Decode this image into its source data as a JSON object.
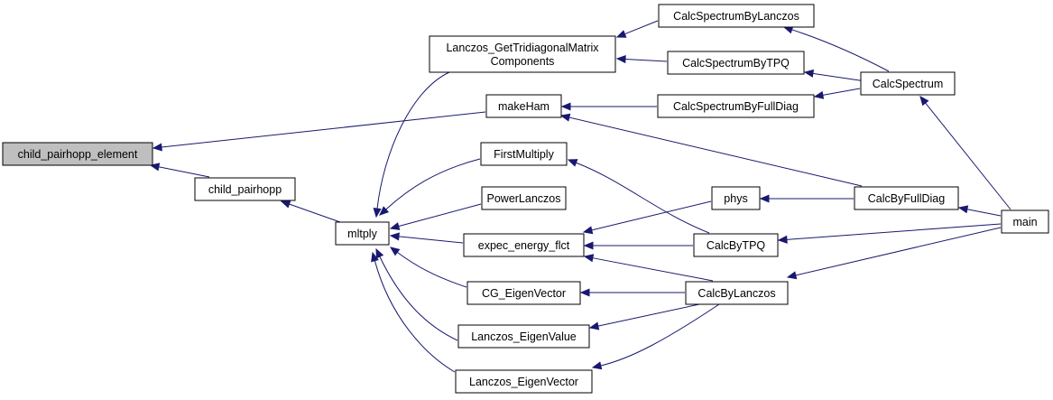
{
  "graph": {
    "highlight_color": "#bfbfbf",
    "edge_color": "#191970",
    "nodes": {
      "child_pairhopp_element": [
        "child_pairhopp_element"
      ],
      "child_pairhopp": [
        "child_pairhopp"
      ],
      "mltply": [
        "mltply"
      ],
      "Lanczos_GetTridiagonalMatrixComponents": [
        "Lanczos_GetTridiagonalMatrix",
        "Components"
      ],
      "makeHam": [
        "makeHam"
      ],
      "FirstMultiply": [
        "FirstMultiply"
      ],
      "PowerLanczos": [
        "PowerLanczos"
      ],
      "expec_energy_flct": [
        "expec_energy_flct"
      ],
      "CG_EigenVector": [
        "CG_EigenVector"
      ],
      "Lanczos_EigenValue": [
        "Lanczos_EigenValue"
      ],
      "Lanczos_EigenVector": [
        "Lanczos_EigenVector"
      ],
      "CalcSpectrumByLanczos": [
        "CalcSpectrumByLanczos"
      ],
      "CalcSpectrumByTPQ": [
        "CalcSpectrumByTPQ"
      ],
      "CalcSpectrumByFullDiag": [
        "CalcSpectrumByFullDiag"
      ],
      "phys": [
        "phys"
      ],
      "CalcByTPQ": [
        "CalcByTPQ"
      ],
      "CalcByLanczos": [
        "CalcByLanczos"
      ],
      "CalcSpectrum": [
        "CalcSpectrum"
      ],
      "CalcByFullDiag": [
        "CalcByFullDiag"
      ],
      "main": [
        "main"
      ]
    },
    "edges": [
      {
        "from": "child_pairhopp",
        "to": "child_pairhopp_element"
      },
      {
        "from": "makeHam",
        "to": "child_pairhopp_element"
      },
      {
        "from": "mltply",
        "to": "child_pairhopp"
      },
      {
        "from": "Lanczos_GetTridiagonalMatrixComponents",
        "to": "mltply"
      },
      {
        "from": "FirstMultiply",
        "to": "mltply"
      },
      {
        "from": "PowerLanczos",
        "to": "mltply"
      },
      {
        "from": "expec_energy_flct",
        "to": "mltply"
      },
      {
        "from": "CG_EigenVector",
        "to": "mltply"
      },
      {
        "from": "Lanczos_EigenValue",
        "to": "mltply"
      },
      {
        "from": "Lanczos_EigenVector",
        "to": "mltply"
      },
      {
        "from": "CalcSpectrumByLanczos",
        "to": "Lanczos_GetTridiagonalMatrixComponents"
      },
      {
        "from": "CalcSpectrumByTPQ",
        "to": "Lanczos_GetTridiagonalMatrixComponents"
      },
      {
        "from": "CalcSpectrumByFullDiag",
        "to": "makeHam"
      },
      {
        "from": "CalcByFullDiag",
        "to": "makeHam"
      },
      {
        "from": "CalcByTPQ",
        "to": "FirstMultiply"
      },
      {
        "from": "phys",
        "to": "expec_energy_flct"
      },
      {
        "from": "CalcByTPQ",
        "to": "expec_energy_flct"
      },
      {
        "from": "CalcByLanczos",
        "to": "expec_energy_flct"
      },
      {
        "from": "CalcByLanczos",
        "to": "CG_EigenVector"
      },
      {
        "from": "CalcByLanczos",
        "to": "Lanczos_EigenValue"
      },
      {
        "from": "CalcByLanczos",
        "to": "Lanczos_EigenVector"
      },
      {
        "from": "CalcSpectrum",
        "to": "CalcSpectrumByLanczos"
      },
      {
        "from": "CalcSpectrum",
        "to": "CalcSpectrumByTPQ"
      },
      {
        "from": "CalcSpectrum",
        "to": "CalcSpectrumByFullDiag"
      },
      {
        "from": "CalcByFullDiag",
        "to": "phys"
      },
      {
        "from": "main",
        "to": "CalcSpectrum"
      },
      {
        "from": "main",
        "to": "CalcByFullDiag"
      },
      {
        "from": "main",
        "to": "CalcByTPQ"
      },
      {
        "from": "main",
        "to": "CalcByLanczos"
      }
    ]
  }
}
